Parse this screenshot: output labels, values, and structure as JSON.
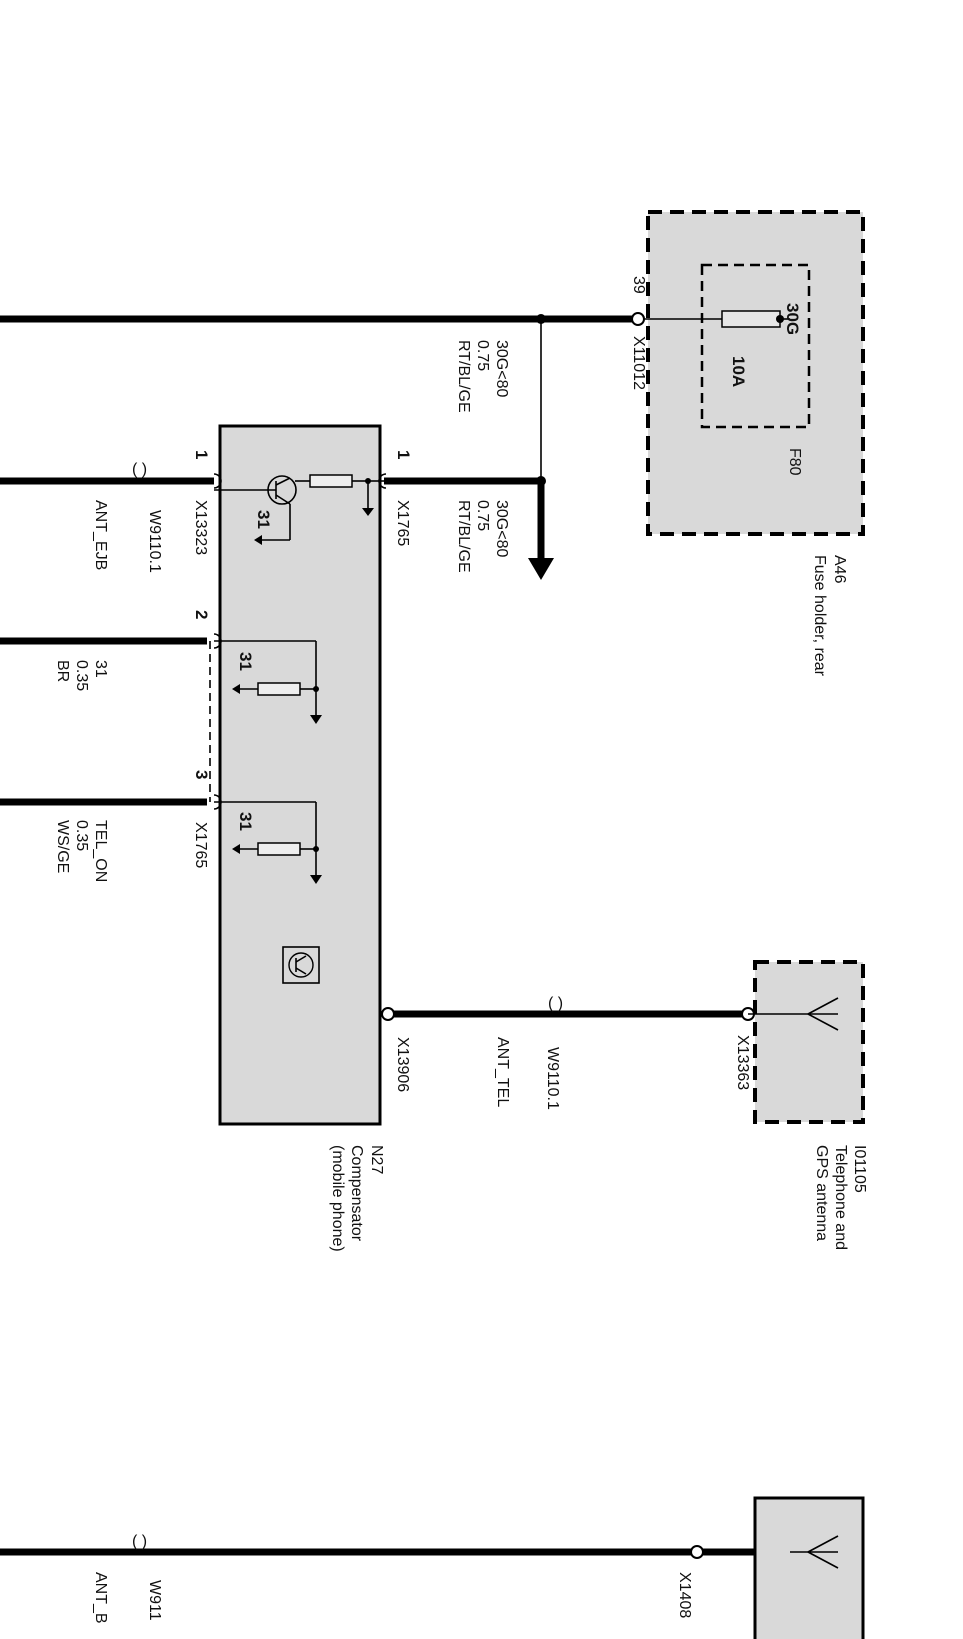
{
  "fuse_holder": {
    "id": "A46",
    "name": "Fuse holder, rear",
    "fuse_id": "F80",
    "fuse_terminal": "30G",
    "fuse_rating": "10A",
    "connector": "X11012",
    "pin": "39"
  },
  "wire_top": {
    "signal": "30G<80",
    "gauge": "0.75",
    "color": "RT/BL/GE"
  },
  "wire_mid": {
    "signal": "30G<80",
    "gauge": "0.75",
    "color": "RT/BL/GE"
  },
  "compensator": {
    "id": "N27",
    "name_line1": "Compensator",
    "name_line2": "(mobile phone)",
    "ground_label": "31",
    "pins": [
      {
        "connector": "X1765",
        "pin": "1"
      },
      {
        "connector": "X13323",
        "pin": "1"
      },
      {
        "pin": "2"
      },
      {
        "connector": "X1765",
        "pin": "3"
      }
    ],
    "antenna_connector": "X13906"
  },
  "wires_lower": [
    {
      "bundle": "W9110.1",
      "signal": "ANT_EJB"
    },
    {
      "signal": "31",
      "gauge": "0.35",
      "color": "BR"
    },
    {
      "signal": "TEL_ON",
      "gauge": "0.35",
      "color": "WS/GE"
    }
  ],
  "antenna": {
    "id": "I01105",
    "name_line1": "Telephone and",
    "name_line2": "GPS antenna",
    "connector": "X13363",
    "bundle": "W9110.1",
    "signal": "ANT_TEL"
  },
  "bottom": {
    "connector": "X1408",
    "bundle": "W911",
    "signal": "ANT_B"
  }
}
